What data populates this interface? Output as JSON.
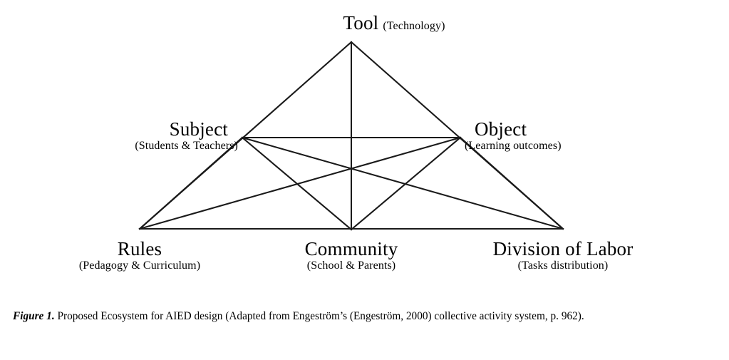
{
  "figure": {
    "nodes": [
      {
        "id": "tool",
        "title": "Tool",
        "subtitle": "(Technology)"
      },
      {
        "id": "subject",
        "title": "Subject",
        "subtitle": "(Students & Teachers)"
      },
      {
        "id": "object",
        "title": "Object",
        "subtitle": "(Learning outcomes)"
      },
      {
        "id": "rules",
        "title": "Rules",
        "subtitle": "(Pedagogy & Curriculum)"
      },
      {
        "id": "community",
        "title": "Community",
        "subtitle": "(School & Parents)"
      },
      {
        "id": "division",
        "title": "Division of Labor",
        "subtitle": "(Tasks distribution)"
      }
    ],
    "caption": {
      "tag": "Figure 1.",
      "text": " Proposed Ecosystem for AIED design (Adapted from Engeström’s (Engeström, 2000) collective activity system, p. 962)."
    },
    "style": {
      "line_color": "#1a1a1a",
      "background": "#ffffff",
      "text_color": "#000000"
    }
  }
}
